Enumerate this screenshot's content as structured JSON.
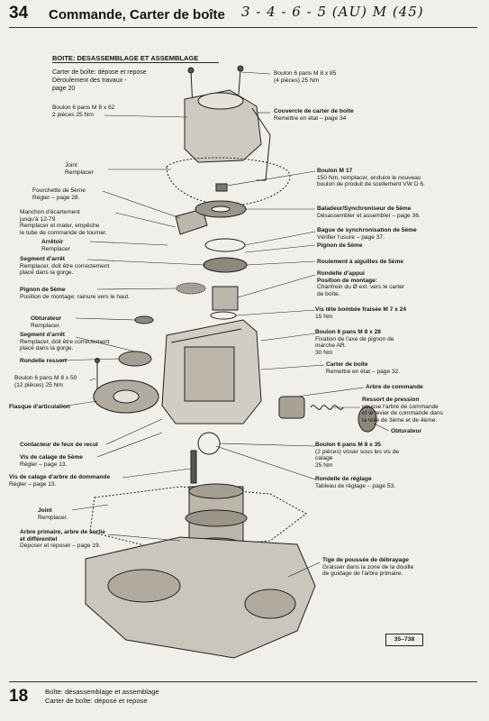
{
  "header": {
    "page_number": "34",
    "title": "Commande, Carter de boîte",
    "handwritten": "3 - 4 - 6 - 5  (AU)  M (45)"
  },
  "section": {
    "title": "BOITE: DESASSEMBLAGE ET ASSEMBLAGE",
    "lines": [
      "Carter de boîte: dépose et repose",
      "Déroulement des travaux -",
      "page 20"
    ]
  },
  "labels": {
    "boulon_m8x62": [
      "Boulon 6 pans M 8 x 62",
      "2 pièces 25 Nm"
    ],
    "joint1": [
      "Joint",
      "Remplacer"
    ],
    "fourchette": [
      "Fourchette de 5ème",
      "Régler – page 28."
    ],
    "manchon": [
      "Manchon d'écartement",
      "jusqu'à 12-79",
      "Remplacer et mater, empêche",
      "le tube de commande de tourner."
    ],
    "arretoir": [
      "Arrêtoir",
      "Remplacer"
    ],
    "segment1": [
      "Segment d'arrêt",
      "Remplacer, doit être correctement",
      "placé dans la gorge."
    ],
    "pignon_g": [
      "Pignon de 5ème",
      "Position de montage: rainure vers le haut."
    ],
    "obturateur_g": [
      "Obturateur",
      "Remplacer."
    ],
    "segment2": [
      "Segment d'arrêt",
      "Remplacer, doit être correctement",
      "placé dans la gorge."
    ],
    "rondelle_ressort": [
      "Rondelle ressort"
    ],
    "boulon_m8x50": [
      "Boulon 6 pans M 8 x 50",
      "(12 pièces) 25 Nm"
    ],
    "flasque": [
      "Flasque d'articulation"
    ],
    "contacteur": [
      "Contacteur de feux de recul"
    ],
    "vis_calage5": [
      "Vis de calage de 5ème",
      "Régler – page 13."
    ],
    "vis_calage_arbre": [
      "Vis de calage d'arbre de dommande",
      "Régler – page 13."
    ],
    "joint2": [
      "Joint",
      "Remplacer."
    ],
    "arbre_primaire": [
      "Arbre primaire, arbre de sortie",
      "et différentiel",
      "Déposer et reposer – page 19."
    ],
    "boulon_m8x85": [
      "Boulon 6 pans M 8 x 85",
      "(4 pièces) 25 Nm"
    ],
    "couvercle": [
      "Couvercle de carter de boîte",
      "Remettre en état – page 34"
    ],
    "boulon_m17": [
      "Boulon M 17",
      "150 Nm, remplacer, enduire le nouveau",
      "boulon de produit de scellement VW D 6."
    ],
    "baladeur": [
      "Baladeur/Synchroniseur de 5ème",
      "Désassembler et assembler – page 36."
    ],
    "bague_synchro": [
      "Bague de synchronisation de 5ème",
      "Vérifier l'usure – page 37."
    ],
    "pignon_d": [
      "Pignon de 5ème"
    ],
    "roulement": [
      "Roulement à aiguilles de 5ème"
    ],
    "rondelle_appui": [
      "Rondelle d'appui",
      "Position de montage:",
      "Chanfrein du Ø ext. vers le carter",
      "de boîte."
    ],
    "vis_tete": [
      "Vis tête bombée fraisée M 7 x 24",
      "15 Nm"
    ],
    "boulon_m8x28": [
      "Boulon 6 pans M 8 x 28",
      "Fixation de l'axe de pignon de",
      "marche AR.",
      "30 Nm"
    ],
    "carter": [
      "Carter de boîte",
      "Remettre en état – page 32."
    ],
    "arbre_commande": [
      "Arbre de commande"
    ],
    "ressort": [
      "Ressort de pression",
      "pousse l'arbre de commande",
      "et le levier de commande dans",
      "la voie de 3ème et de 4ème."
    ],
    "obturateur_d": [
      "Obturateur"
    ],
    "boulon_m8x35": [
      "Boulon 6 pans M 8 x 35",
      "(2 pièces) visser sous les vis de",
      "calage",
      "25 Nm"
    ],
    "rondelle_reglage": [
      "Rondelle de réglage",
      "Tableau de réglage – page 53."
    ],
    "tige": [
      "Tige de poussée de débrayage",
      "Graisser dans la zone de la douille",
      "de guidage de l'arbre primaire."
    ]
  },
  "figure_ref": "35–738",
  "footer": {
    "page_number": "18",
    "line1": "Boîte: désassemblage et assemblage",
    "line2": "Carter de boîte: dépose et repose"
  }
}
